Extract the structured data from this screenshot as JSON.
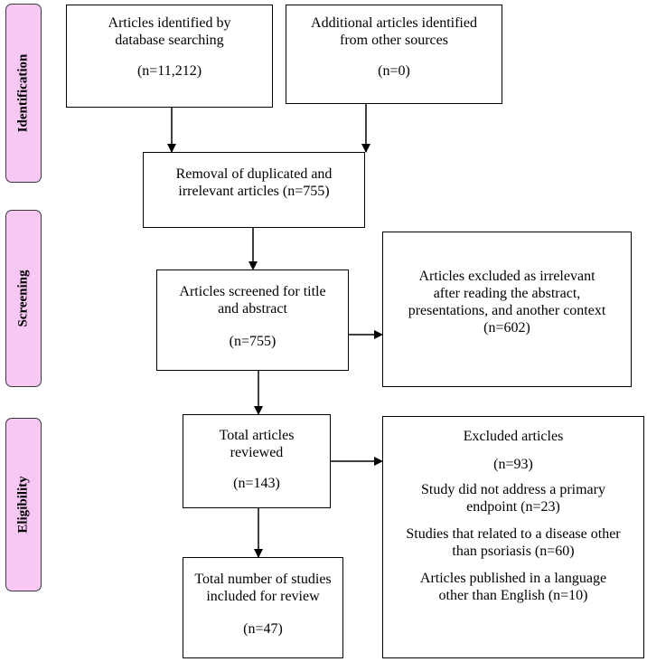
{
  "phases": {
    "identification": "Identification",
    "screening": "Screening",
    "eligibility": "Eligibility"
  },
  "boxes": {
    "database": {
      "line1": "Articles identified by",
      "line2": "database searching",
      "count": "(n=11,212)"
    },
    "other": {
      "line1": "Additional articles identified",
      "line2": "from other sources",
      "count": "(n=0)"
    },
    "duplicates": {
      "line1": "Removal of duplicated and",
      "line2": "irrelevant articles (n=755)"
    },
    "screened": {
      "line1": "Articles screened for title",
      "line2": "and abstract",
      "count": "(n=755)"
    },
    "excluded_screen": {
      "line1": "Articles excluded as irrelevant",
      "line2": "after reading the abstract,",
      "line3": "presentations, and another context",
      "count": "(n=602)"
    },
    "reviewed": {
      "line1": "Total articles",
      "line2": "reviewed",
      "count": "(n=143)"
    },
    "excluded_review": {
      "title": "Excluded articles",
      "count": "(n=93)",
      "reason1_line1": "Study did not address a primary",
      "reason1_line2": "endpoint (n=23)",
      "reason2_line1": "Studies that related to a disease other",
      "reason2_line2": "than psoriasis (n=60)",
      "reason3_line1": "Articles published in a language",
      "reason3_line2": "other than English (n=10)"
    },
    "included": {
      "line1": "Total number of studies",
      "line2": "included for review",
      "count": "(n=47)"
    }
  },
  "colors": {
    "phase_fill": "#f6c8f3",
    "line": "#000000"
  }
}
